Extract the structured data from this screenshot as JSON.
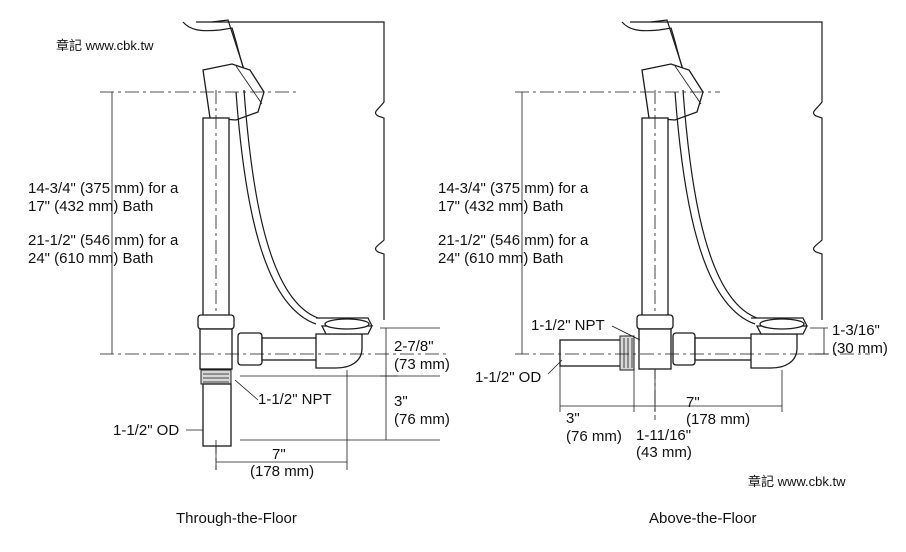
{
  "watermark_top": "章記 www.cbk.tw",
  "watermark_bottom": "章記 www.cbk.tw",
  "left": {
    "caption": "Through-the-Floor",
    "height_17_l1": "14-3/4\" (375 mm) for a",
    "height_17_l2": "17\" (432 mm) Bath",
    "height_24_l1": "21-1/2\" (546 mm) for a",
    "height_24_l2": "24\" (610 mm) Bath",
    "drain_drop_l1": "2-7/8\"",
    "drain_drop_l2": "(73 mm)",
    "npt": "1-1/2\" NPT",
    "od": "1-1/2\" OD",
    "depth_l1": "3\"",
    "depth_l2": "(76 mm)",
    "span_l1": "7\"",
    "span_l2": "(178 mm)"
  },
  "right": {
    "caption": "Above-the-Floor",
    "height_17_l1": "14-3/4\" (375 mm) for a",
    "height_17_l2": "17\" (432 mm) Bath",
    "height_24_l1": "21-1/2\" (546 mm) for a",
    "height_24_l2": "24\" (610 mm) Bath",
    "drain_drop_l1": "1-3/16\"",
    "drain_drop_l2": "(30 mm)",
    "npt": "1-1/2\" NPT",
    "od": "1-1/2\" OD",
    "outlet_l1": "3\"",
    "outlet_l2": "(76 mm)",
    "offset_l1": "1-11/16\"",
    "offset_l2": "(43 mm)",
    "span_l1": "7\"",
    "span_l2": "(178 mm)"
  }
}
